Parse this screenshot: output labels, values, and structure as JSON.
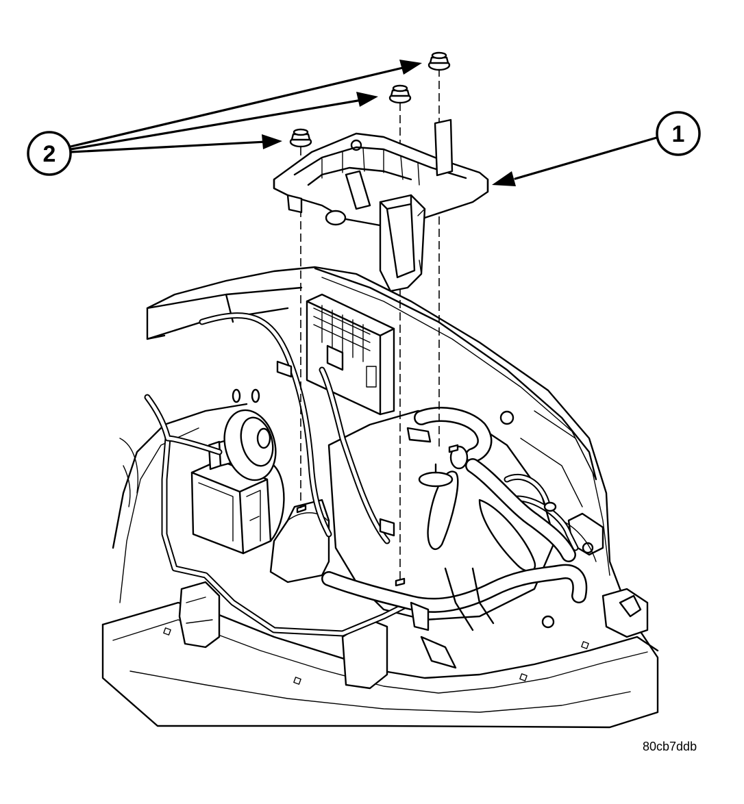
{
  "callouts": {
    "bracket": {
      "number": "1"
    },
    "nuts": {
      "number": "2"
    }
  },
  "figure_id": "80cb7ddb",
  "colors": {
    "line": "#000000",
    "background": "#ffffff"
  }
}
